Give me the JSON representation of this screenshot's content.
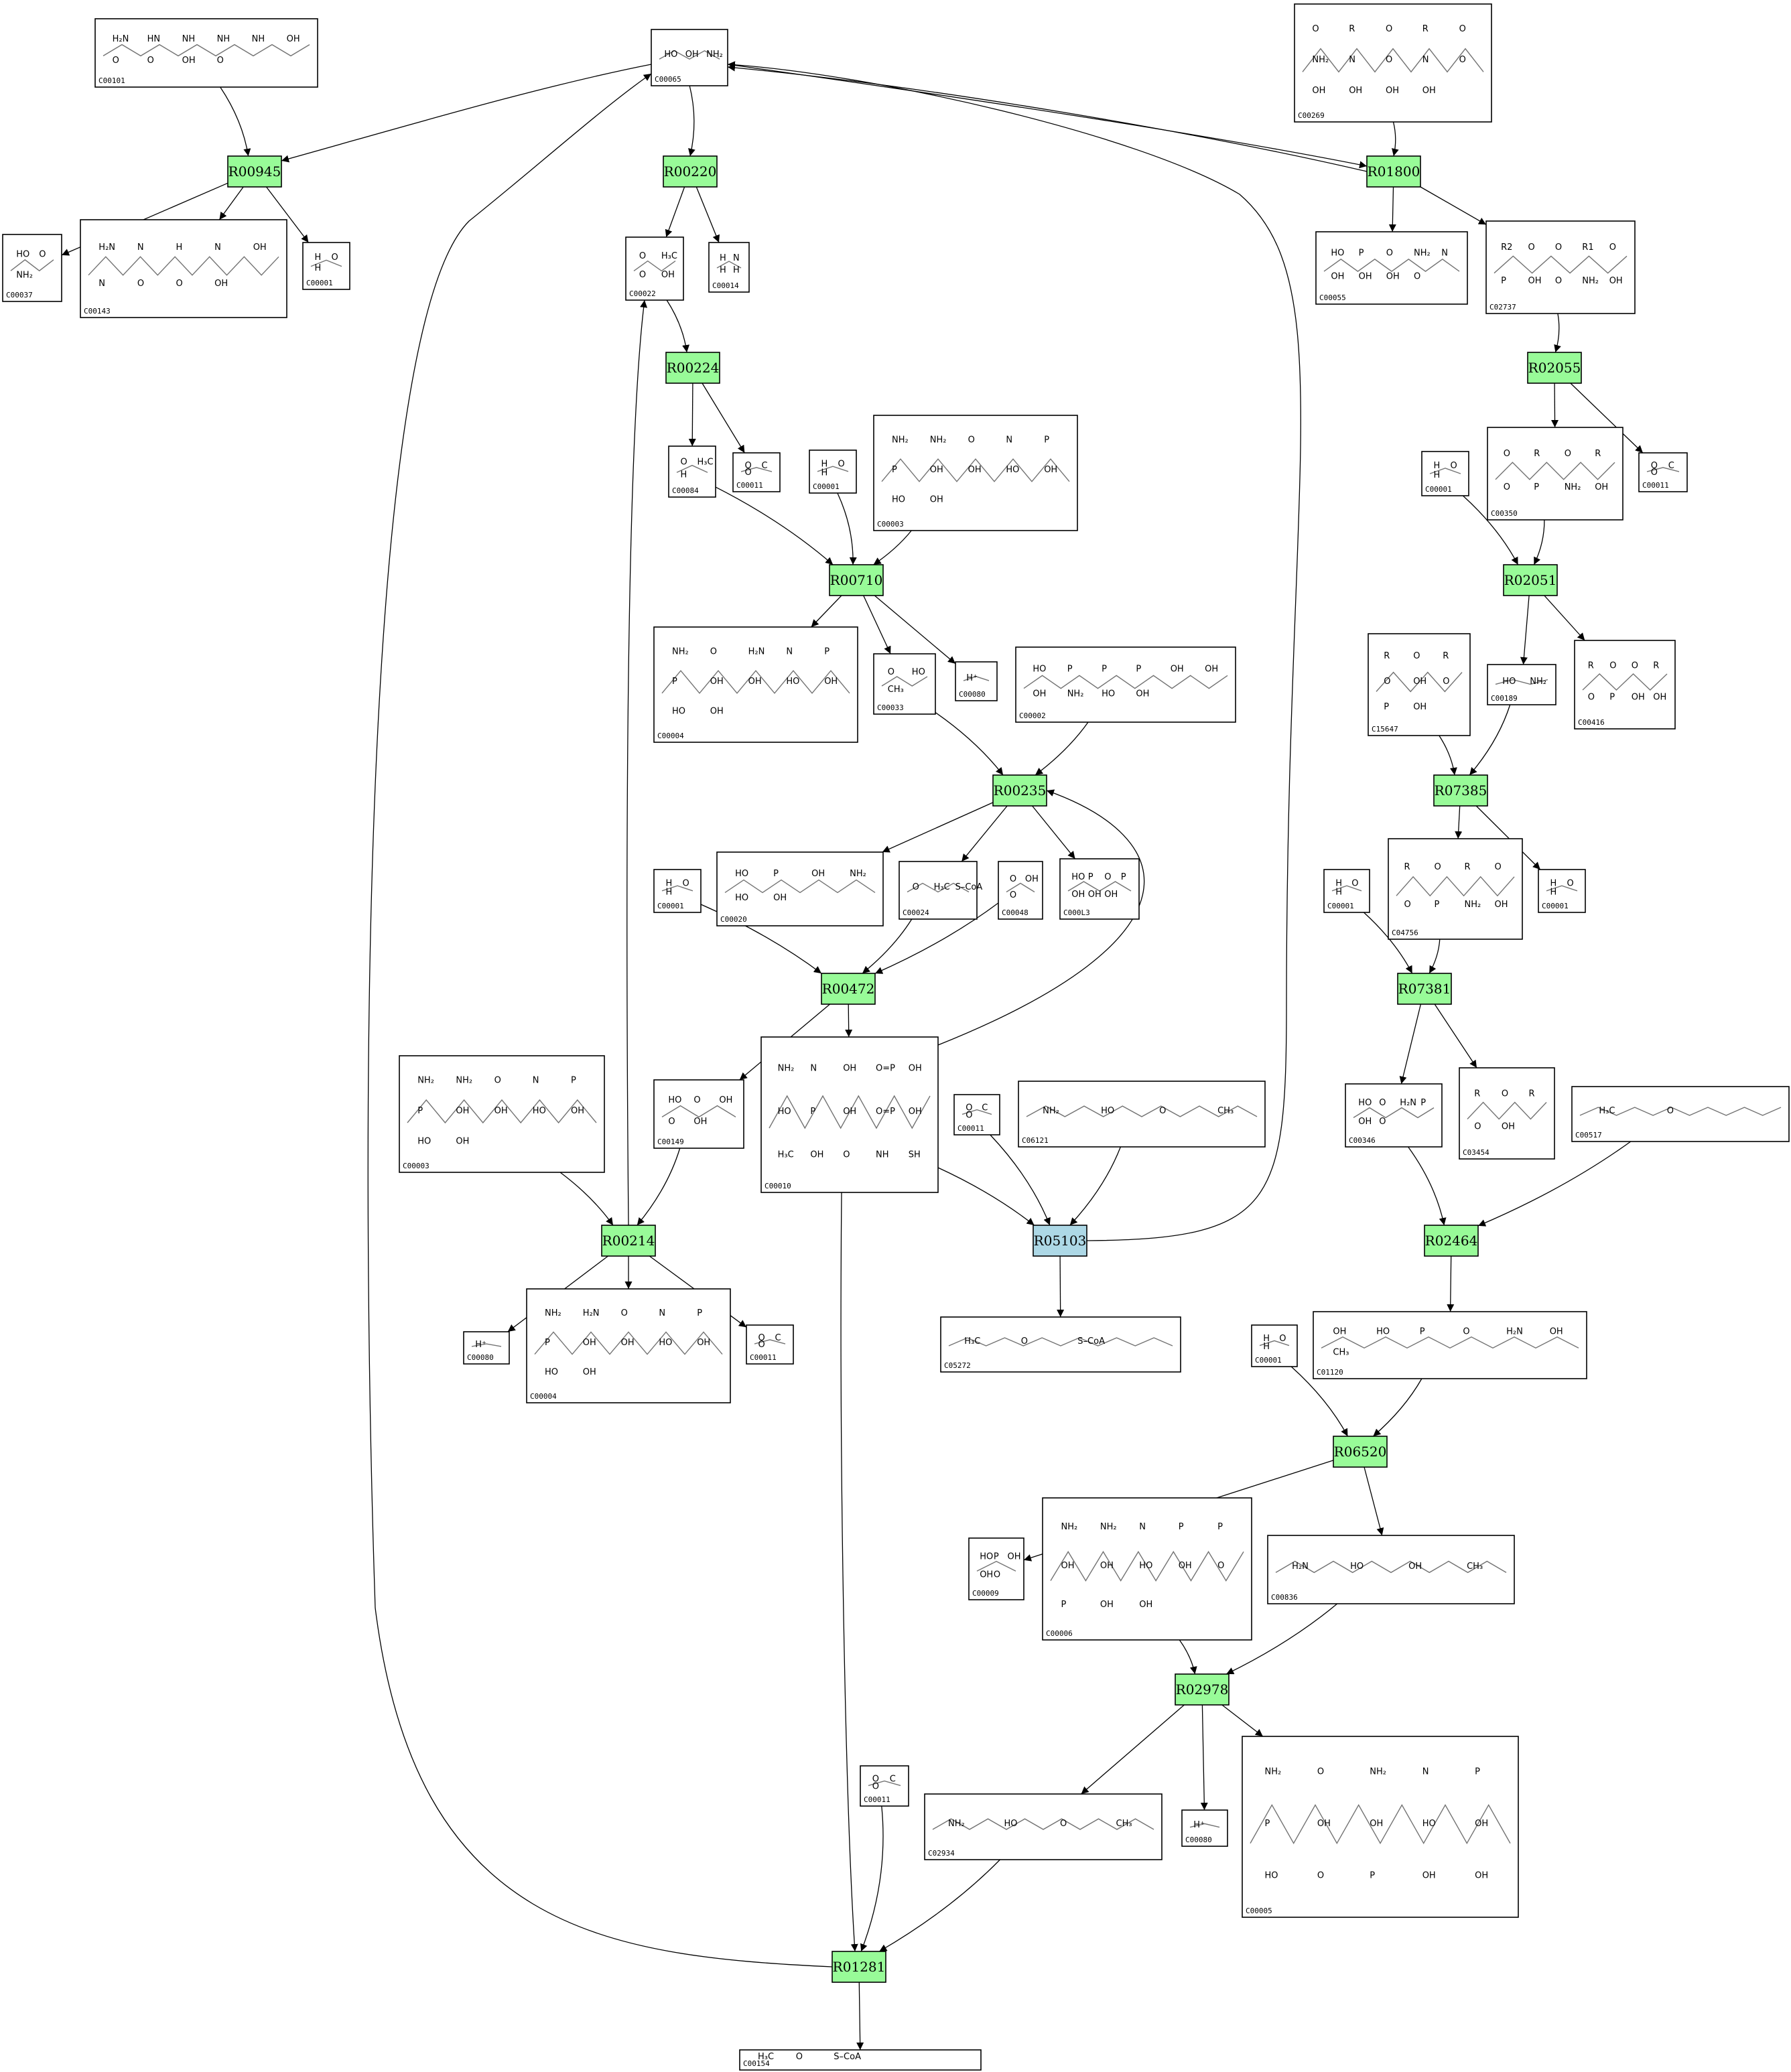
{
  "colors": {
    "reaction_default": "#98fb98",
    "reaction_highlight": "#add8e6",
    "stroke": "#000000"
  },
  "reactions": [
    {
      "id": "R00945",
      "color": "#98fb98"
    },
    {
      "id": "R00220",
      "color": "#98fb98"
    },
    {
      "id": "R01800",
      "color": "#98fb98"
    },
    {
      "id": "R00224",
      "color": "#98fb98"
    },
    {
      "id": "R02055",
      "color": "#98fb98"
    },
    {
      "id": "R00710",
      "color": "#98fb98"
    },
    {
      "id": "R02051",
      "color": "#98fb98"
    },
    {
      "id": "R00235",
      "color": "#98fb98"
    },
    {
      "id": "R07385",
      "color": "#98fb98"
    },
    {
      "id": "R00472",
      "color": "#98fb98"
    },
    {
      "id": "R07381",
      "color": "#98fb98"
    },
    {
      "id": "R00214",
      "color": "#98fb98"
    },
    {
      "id": "R05103",
      "color": "#add8e6"
    },
    {
      "id": "R02464",
      "color": "#98fb98"
    },
    {
      "id": "R06520",
      "color": "#98fb98"
    },
    {
      "id": "R02978",
      "color": "#98fb98"
    },
    {
      "id": "R01281",
      "color": "#98fb98"
    }
  ],
  "compounds": [
    {
      "key": "c00101",
      "label": "C00101",
      "text": [
        "H₂N",
        "HN",
        "NH",
        "NH",
        "NH",
        "OH",
        "O",
        "O",
        "OH",
        "O"
      ]
    },
    {
      "key": "c00065",
      "label": "C00065",
      "text": [
        "HO",
        "OH",
        "NH₂"
      ]
    },
    {
      "key": "c00269",
      "label": "C00269",
      "text": [
        "O",
        "R",
        "O",
        "R",
        "O",
        "NH₂",
        "N",
        "O",
        "N",
        "O",
        "OH",
        "OH",
        "OH",
        "OH"
      ]
    },
    {
      "key": "c00037",
      "label": "C00037",
      "text": [
        "HO",
        "O",
        "NH₂"
      ]
    },
    {
      "key": "c00143",
      "label": "C00143",
      "text": [
        "H₂N",
        "N",
        "H",
        "N",
        "OH",
        "N",
        "O",
        "O",
        "OH"
      ]
    },
    {
      "key": "c00001_a",
      "label": "C00001",
      "text": [
        "H",
        "O",
        "H"
      ]
    },
    {
      "key": "c00022",
      "label": "C00022",
      "text": [
        "O",
        "H₃C",
        "O",
        "OH"
      ]
    },
    {
      "key": "c00014",
      "label": "C00014",
      "text": [
        "H",
        "N",
        "H",
        "H"
      ]
    },
    {
      "key": "c00055",
      "label": "C00055",
      "text": [
        "HO",
        "P",
        "O",
        "NH₂",
        "N",
        "OH",
        "OH",
        "OH",
        "O"
      ]
    },
    {
      "key": "c02737",
      "label": "C02737",
      "text": [
        "R2",
        "O",
        "O",
        "R1",
        "O",
        "P",
        "OH",
        "O",
        "NH₂",
        "OH"
      ]
    },
    {
      "key": "c00084",
      "label": "C00084",
      "text": [
        "O",
        "H₃C",
        "H"
      ]
    },
    {
      "key": "c00011_a",
      "label": "C00011",
      "text": [
        "O",
        "C",
        "O"
      ]
    },
    {
      "key": "c00001_b",
      "label": "C00001",
      "text": [
        "H",
        "O",
        "H"
      ]
    },
    {
      "key": "c00003_a",
      "label": "C00003",
      "text": [
        "NH₂",
        "NH₂",
        "O",
        "N",
        "P",
        "P",
        "OH",
        "OH",
        "HO",
        "OH",
        "HO",
        "OH"
      ]
    },
    {
      "key": "c00350",
      "label": "C00350",
      "text": [
        "O",
        "R",
        "O",
        "R",
        "O",
        "P",
        "NH₂",
        "OH"
      ]
    },
    {
      "key": "c00001_c",
      "label": "C00001",
      "text": [
        "H",
        "O",
        "H"
      ]
    },
    {
      "key": "c00011_b",
      "label": "C00011",
      "text": [
        "O",
        "C",
        "O"
      ]
    },
    {
      "key": "c00004_a",
      "label": "C00004",
      "text": [
        "NH₂",
        "O",
        "H₂N",
        "N",
        "P",
        "P",
        "OH",
        "OH",
        "HO",
        "OH",
        "HO",
        "OH"
      ]
    },
    {
      "key": "c00033",
      "label": "C00033",
      "text": [
        "O",
        "HO",
        "CH₃"
      ]
    },
    {
      "key": "c00080_a",
      "label": "C00080",
      "text": [
        "H⁺"
      ]
    },
    {
      "key": "c00002",
      "label": "C00002",
      "text": [
        "HO",
        "P",
        "P",
        "P",
        "OH",
        "OH",
        "OH",
        "NH₂",
        "HO",
        "OH"
      ]
    },
    {
      "key": "c15647",
      "label": "C15647",
      "text": [
        "R",
        "O",
        "R",
        "O",
        "OH",
        "O",
        "P",
        "OH"
      ]
    },
    {
      "key": "c00189",
      "label": "C00189",
      "text": [
        "HO",
        "NH₂"
      ]
    },
    {
      "key": "c00416",
      "label": "C00416",
      "text": [
        "R",
        "O",
        "O",
        "R",
        "O",
        "P",
        "OH",
        "OH"
      ]
    },
    {
      "key": "c00020",
      "label": "C00020",
      "text": [
        "HO",
        "P",
        "OH",
        "NH₂",
        "HO",
        "OH"
      ]
    },
    {
      "key": "c00024",
      "label": "C00024",
      "text": [
        "O",
        "H₃C",
        "S–CoA"
      ]
    },
    {
      "key": "c00048",
      "label": "C00048",
      "text": [
        "O",
        "OH",
        "O"
      ]
    },
    {
      "key": "c00013",
      "label": "C000L3",
      "text": [
        "HO",
        "P",
        "O",
        "P",
        "OH",
        "OH",
        "OH"
      ]
    },
    {
      "key": "c00001_d",
      "label": "C00001",
      "text": [
        "H",
        "O",
        "H"
      ]
    },
    {
      "key": "c04756",
      "label": "C04756",
      "text": [
        "R",
        "O",
        "R",
        "O",
        "O",
        "P",
        "NH₂",
        "OH"
      ]
    },
    {
      "key": "c00001_e",
      "label": "C00001",
      "text": [
        "H",
        "O",
        "H"
      ]
    },
    {
      "key": "c00001_f",
      "label": "C00001",
      "text": [
        "H",
        "O",
        "H"
      ]
    },
    {
      "key": "c00003_b",
      "label": "C00003",
      "text": [
        "NH₂",
        "NH₂",
        "O",
        "N",
        "P",
        "P",
        "OH",
        "OH",
        "HO",
        "OH",
        "HO",
        "OH"
      ]
    },
    {
      "key": "c00149",
      "label": "C00149",
      "text": [
        "HO",
        "O",
        "OH",
        "O",
        "OH"
      ]
    },
    {
      "key": "c00010",
      "label": "C00010",
      "text": [
        "NH₂",
        "N",
        "OH",
        "O=P",
        "OH",
        "HO",
        "P",
        "OH",
        "O=P",
        "OH",
        "H₃C",
        "OH",
        "O",
        "NH",
        "SH"
      ]
    },
    {
      "key": "c00011_c",
      "label": "C00011",
      "text": [
        "O",
        "C",
        "O"
      ]
    },
    {
      "key": "c06121",
      "label": "C06121",
      "text": [
        "NH₂",
        "HO",
        "O",
        "CH₃"
      ]
    },
    {
      "key": "c00346",
      "label": "C00346",
      "text": [
        "HO",
        "O",
        "H₂N",
        "P",
        "OH",
        "O"
      ]
    },
    {
      "key": "c03454",
      "label": "C03454",
      "text": [
        "R",
        "O",
        "R",
        "O",
        "OH"
      ]
    },
    {
      "key": "c00517",
      "label": "C00517",
      "text": [
        "H₃C",
        "O"
      ]
    },
    {
      "key": "c00080_b",
      "label": "C00080",
      "text": [
        "H⁺"
      ]
    },
    {
      "key": "c00004_b",
      "label": "C00004",
      "text": [
        "NH₂",
        "H₂N",
        "O",
        "N",
        "P",
        "P",
        "OH",
        "OH",
        "HO",
        "OH",
        "HO",
        "OH"
      ]
    },
    {
      "key": "c00011_d",
      "label": "C00011",
      "text": [
        "O",
        "C",
        "O"
      ]
    },
    {
      "key": "c05272",
      "label": "C05272",
      "text": [
        "H₃C",
        "O",
        "S–CoA"
      ]
    },
    {
      "key": "c00001_g",
      "label": "C00001",
      "text": [
        "H",
        "O",
        "H"
      ]
    },
    {
      "key": "c01120",
      "label": "C01120",
      "text": [
        "OH",
        "HO",
        "P",
        "O",
        "H₂N",
        "OH",
        "CH₃"
      ]
    },
    {
      "key": "c00009",
      "label": "C00009",
      "text": [
        "HO",
        "P",
        "OH",
        "OH",
        "O"
      ]
    },
    {
      "key": "c00006",
      "label": "C00006",
      "text": [
        "NH₂",
        "NH₂",
        "N",
        "P",
        "P",
        "OH",
        "OH",
        "HO",
        "OH",
        "O",
        "P",
        "OH",
        "OH"
      ]
    },
    {
      "key": "c00836",
      "label": "C00836",
      "text": [
        "H₂N",
        "HO",
        "OH",
        "CH₃"
      ]
    },
    {
      "key": "c02934",
      "label": "C02934",
      "text": [
        "NH₂",
        "HO",
        "O",
        "CH₃"
      ]
    },
    {
      "key": "c00080_c",
      "label": "C00080",
      "text": [
        "H⁺"
      ]
    },
    {
      "key": "c00005",
      "label": "C00005",
      "text": [
        "NH₂",
        "O",
        "NH₂",
        "N",
        "P",
        "P",
        "OH",
        "OH",
        "HO",
        "OH",
        "HO",
        "O",
        "P",
        "OH",
        "OH"
      ]
    },
    {
      "key": "c00011_e",
      "label": "C00011",
      "text": [
        "O",
        "C",
        "O"
      ]
    },
    {
      "key": "c00154",
      "label": "C00154",
      "text": [
        "H₃C",
        "O",
        "S–CoA"
      ]
    }
  ]
}
